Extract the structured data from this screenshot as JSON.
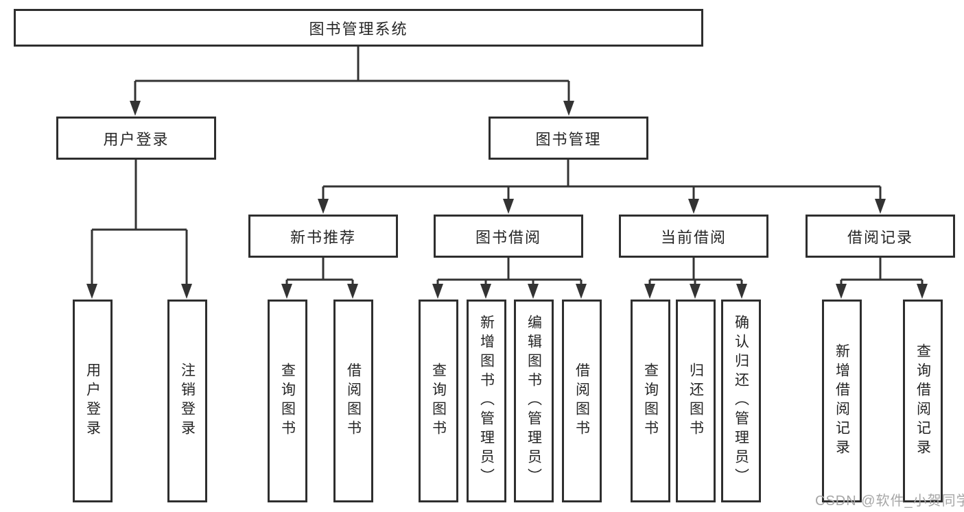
{
  "tree": {
    "root": {
      "label": "图书管理系统"
    },
    "children": [
      {
        "label": "用户登录",
        "children": [
          {
            "label": "用户登录"
          },
          {
            "label": "注销登录"
          }
        ]
      },
      {
        "label": "图书管理",
        "children": [
          {
            "label": "新书推荐",
            "children": [
              {
                "label": "查询图书"
              },
              {
                "label": "借阅图书"
              }
            ]
          },
          {
            "label": "图书借阅",
            "children": [
              {
                "label": "查询图书"
              },
              {
                "label": "新增图书（管理员）"
              },
              {
                "label": "编辑图书（管理员）"
              },
              {
                "label": "借阅图书"
              }
            ]
          },
          {
            "label": "当前借阅",
            "children": [
              {
                "label": "查询图书"
              },
              {
                "label": "归还图书"
              },
              {
                "label": "确认归还（管理员）"
              }
            ]
          },
          {
            "label": "借阅记录",
            "children": [
              {
                "label": "新增借阅记录"
              },
              {
                "label": "查询借阅记录"
              }
            ]
          }
        ]
      }
    ]
  },
  "watermark": {
    "text": "CSDN @软件_小贺同学"
  },
  "colors": {
    "line": "#333333",
    "box_border": "#2e2e2e",
    "text": "#262626",
    "watermark": "#a6a6a6",
    "background": "#ffffff"
  }
}
